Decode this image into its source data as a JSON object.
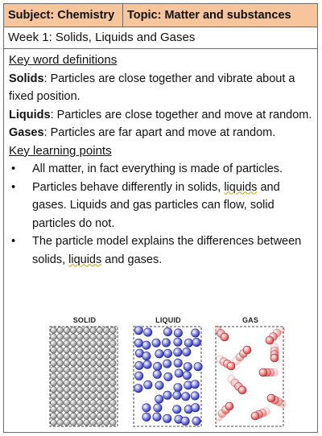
{
  "header": {
    "subject": "Subject: Chemistry",
    "topic": "Topic: Matter and substances"
  },
  "week": "Week 1: Solids, Liquids and Gases",
  "definitions": {
    "heading": "Key word definitions",
    "solids_term": "Solids",
    "solids_text": ": Particles are close together and vibrate about a fixed position.",
    "liquids_term": "Liquids",
    "liquids_text": ": Particles are close together and move at random.",
    "gases_term": "Gases",
    "gases_text": ": Particles are far apart and move at random."
  },
  "learning": {
    "heading": "Key learning points",
    "bullet_glyph": "•",
    "point1": "All matter, in fact everything is made of particles.",
    "point2_a": "Particles behave differently in solids, ",
    "point2_b": "liquids",
    "point2_c": " and gases. Liquids and gas particles can flow, solid particles do not.",
    "point3_a": "The particle model explains the differences between solids, ",
    "point3_b": "liquids",
    "point3_c": " and gases."
  },
  "figure": {
    "solid_label": "SOLID",
    "liquid_label": "LIQUID",
    "gas_label": "GAS",
    "solid_color": "#8a8a8a",
    "liquid_color": "#2a33c8",
    "gas_color": "#e03a3a"
  }
}
